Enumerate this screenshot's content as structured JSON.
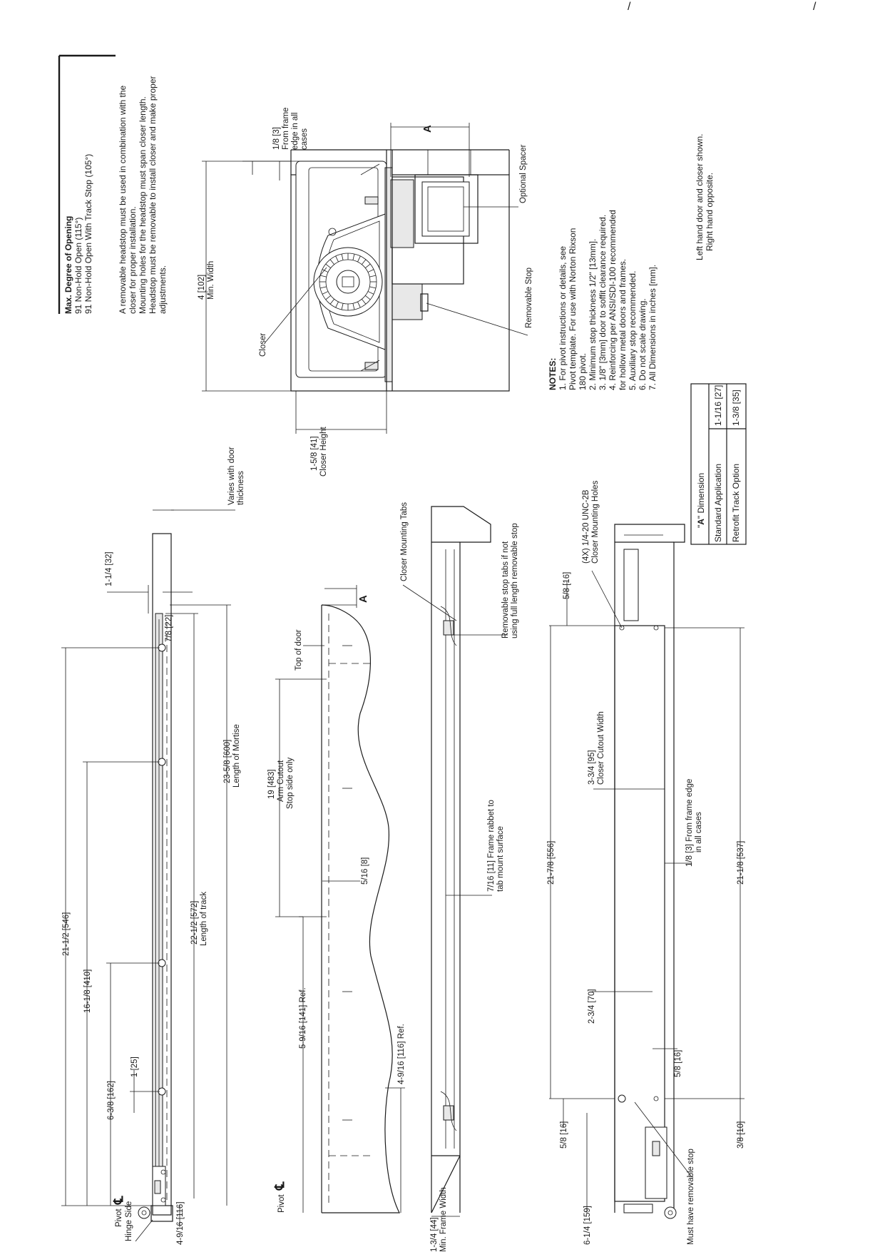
{
  "top_mark": "/",
  "top_mark_right": "/",
  "max_opening": {
    "title": "Max. Degree of Opening",
    "line1": "91 Non-Hold Open (115°)",
    "line2": "91 Non-Hold Open With Track Stop (105°)"
  },
  "headstop_note": [
    "A removable headstop must be used in combination with the",
    "closer for proper installation.",
    "Mounting holes for the headstop must span closer length.",
    "Headstop must be removable to install closer and make proper",
    "adjustments."
  ],
  "section": {
    "from_frame_edge": [
      "1/8 [3]",
      "From frame",
      "edge in all",
      "cases"
    ],
    "min_width": [
      "4 [102]",
      "Min. Width"
    ],
    "closer_height": [
      "1-5/8 [41]",
      "Closer Height"
    ],
    "closer": "Closer",
    "removable_stop": "Removable Stop",
    "optional_spacer": "Optional Spacer",
    "a": "A"
  },
  "notes": {
    "title": "NOTES:",
    "items": [
      "1.  For pivot instructions or details, see",
      "     Pivot template. For use with Norton Rixson",
      "     180 pivot.",
      "2.  Minimum stop thickness 1/2\" [13mm].",
      "3.  1/8\" [3mm] door to soffit clearance required.",
      "4.  Reinforcing per ANSI/SDI-100 recommended",
      "     for hollow metal doors and frames.",
      "5.  Auxiliary stop recommended.",
      "6.  Do not scale drawing.",
      "7.  All Dimensions in inches [mm]."
    ],
    "hand": [
      "Left hand door and closer shown.",
      "Right hand opposite."
    ]
  },
  "a_table": {
    "header_prefix": "\"",
    "header_a": "A",
    "header_suffix": "\" Dimension",
    "rows": [
      {
        "label": "Standard Application",
        "value": "1-1/16 [27]"
      },
      {
        "label": "Retrofit Track Option",
        "value": "1-3/8 [35]"
      }
    ]
  },
  "door_plan": {
    "d_21_1_2": "21-1/2 [546]",
    "d_16_1_8": "16-1/8 [410]",
    "d_6_3_8": "6-3/8 [162]",
    "d_1": "1 [25]",
    "d_1_1_4": "1-1/4 [32]",
    "d_7_8": "7/8 [22]",
    "varies": [
      "Varies with door",
      "thickness"
    ],
    "track": [
      "22-1/2 [572]",
      "Length of track"
    ],
    "mortise": [
      "23-5/8 [600]",
      "Length of Mortise"
    ],
    "d_4_9_16": "4-9/16 [116]",
    "hinge_side": "Hinge Side",
    "pivot": "Pivot"
  },
  "door_elev": {
    "pivot": "Pivot",
    "top_of_door": "Top of door",
    "arm_cutout": [
      "19 [483]",
      "Arm Cutout",
      "Stop side only"
    ],
    "d_5_16": "5/16 [8]",
    "d_5_9_16": "5-9/16 [141] Ref.",
    "d_4_9_16": "4-9/16 [116] Ref.",
    "a": "A"
  },
  "frame_elev": {
    "tabs": "Closer Mounting Tabs",
    "removable_tabs": [
      "Removable stop tabs if not",
      "using full length removable stop"
    ],
    "rabbet": [
      "7/16 [11] Frame rabbet to",
      "tab mount surface"
    ],
    "min_frame": [
      "1-3/4 [44]",
      "Min. Frame Width"
    ]
  },
  "frame_plan": {
    "d_5_8_top": "5/8 [16]",
    "holes": [
      "(4X) 1/4-20 UNC-2B",
      "Closer Mounting Holes"
    ],
    "d_21_7_8": "21-7/8 [556]",
    "cutout": [
      "3-3/4 [95]",
      "Closer Cutout Width"
    ],
    "from_edge": [
      "1/8 [3] From frame edge",
      "in all cases"
    ],
    "d_2_3_4": "2-3/4 [70]",
    "d_5_8_mid": "5/8 [16]",
    "d_21_1_8": "21-1/8 [537]",
    "d_5_8_left": "5/8 [16]",
    "d_6_1_4": "6-1/4 [159]",
    "d_3_8": "3/8 [10]",
    "must_have": "Must have removable stop"
  }
}
